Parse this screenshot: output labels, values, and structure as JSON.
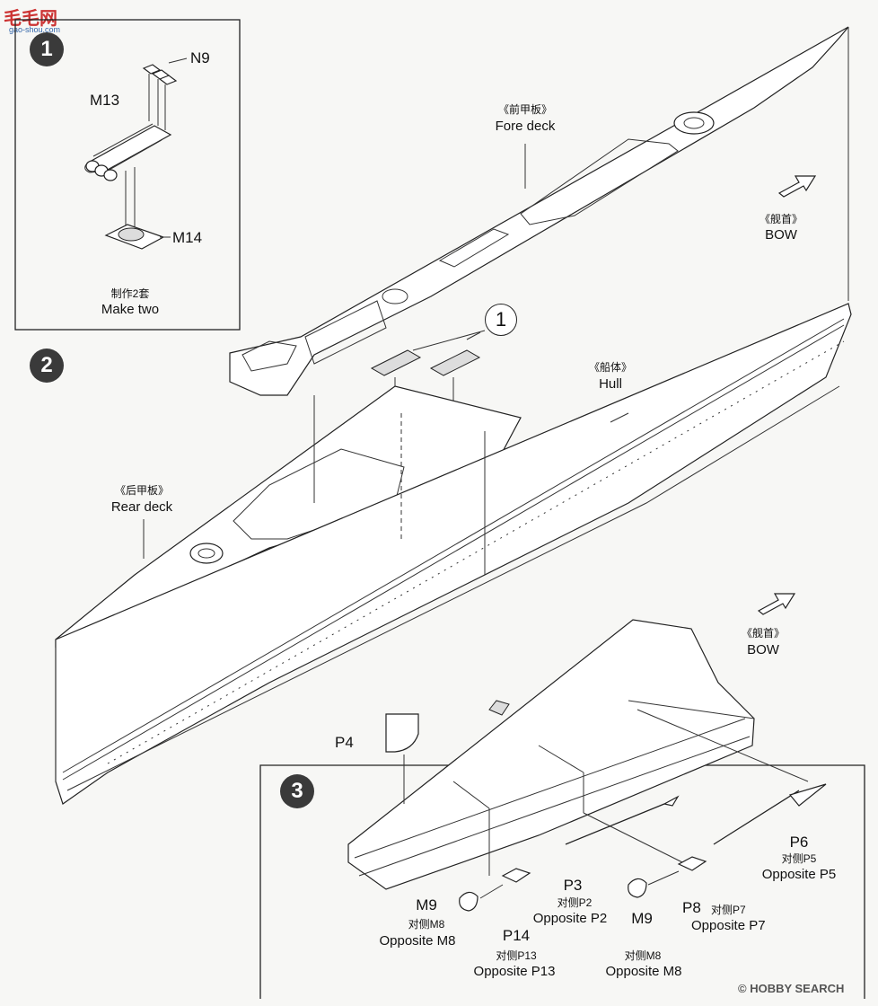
{
  "watermark": {
    "logo": "毛毛网",
    "url": "gao-shou.com"
  },
  "steps": {
    "s1": {
      "number": "1",
      "parts": {
        "n9": "N9",
        "m13": "M13",
        "m14": "M14"
      },
      "note_cn": "制作2套",
      "note_en": "Make two"
    },
    "s2": {
      "number": "2",
      "callout": "1",
      "fore_deck_cn": "《前甲板》",
      "fore_deck_en": "Fore deck",
      "bow_cn": "《舰首》",
      "bow_en": "BOW",
      "hull_cn": "《船体》",
      "hull_en": "Hull",
      "rear_deck_cn": "《后甲板》",
      "rear_deck_en": "Rear deck"
    },
    "s3": {
      "number": "3",
      "bow_cn": "《舰首》",
      "bow_en": "BOW",
      "p4": "P4",
      "p6": {
        "id": "P6",
        "cn": "对侧P5",
        "en": "Opposite P5"
      },
      "p3": {
        "id": "P3",
        "cn": "对侧P2",
        "en": "Opposite P2"
      },
      "p8": {
        "id": "P8",
        "cn": "对侧P7",
        "en": "Opposite P7"
      },
      "m9a": {
        "id": "M9",
        "cn": "对侧M8",
        "en": "Opposite M8"
      },
      "p14": {
        "id": "P14",
        "cn": "对侧P13",
        "en": "Opposite P13"
      },
      "m9b": {
        "id": "M9",
        "cn": "对侧M8",
        "en": "Opposite M8"
      }
    }
  },
  "footer": {
    "credit": "© HOBBY SEARCH"
  },
  "colors": {
    "step_badge": "#3a3a3a",
    "line": "#222222",
    "paper": "#f7f7f5"
  }
}
